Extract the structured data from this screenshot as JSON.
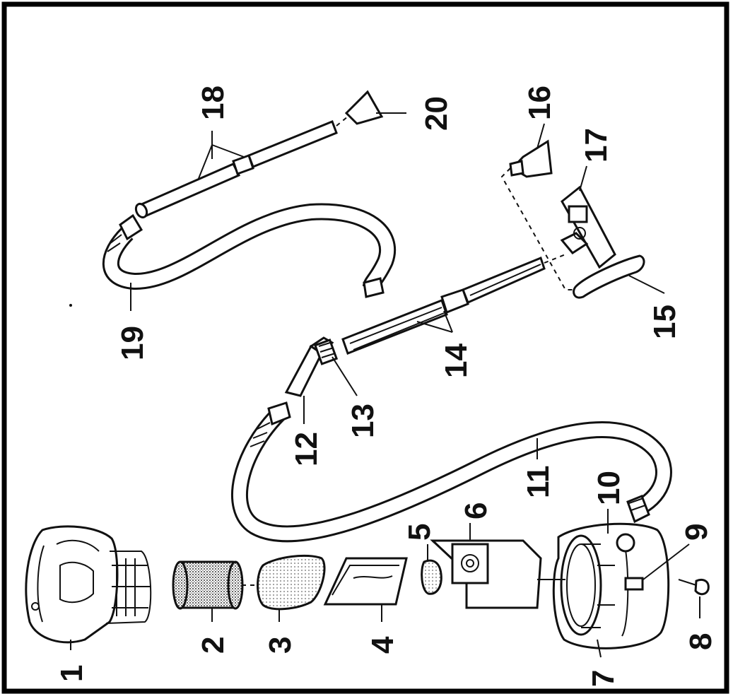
{
  "diagram": {
    "title": "",
    "callouts": [
      {
        "id": "label-1",
        "text": "1"
      },
      {
        "id": "label-2",
        "text": "2"
      },
      {
        "id": "label-3",
        "text": "3"
      },
      {
        "id": "label-4",
        "text": "4"
      },
      {
        "id": "label-5",
        "text": "5"
      },
      {
        "id": "label-6",
        "text": "6"
      },
      {
        "id": "label-7",
        "text": "7"
      },
      {
        "id": "label-8",
        "text": "8"
      },
      {
        "id": "label-9",
        "text": "9"
      },
      {
        "id": "label-10",
        "text": "10"
      },
      {
        "id": "label-11",
        "text": "11"
      },
      {
        "id": "label-12",
        "text": "12"
      },
      {
        "id": "label-13",
        "text": "13"
      },
      {
        "id": "label-14",
        "text": "14"
      },
      {
        "id": "label-15",
        "text": "15"
      },
      {
        "id": "label-16",
        "text": "16"
      },
      {
        "id": "label-17",
        "text": "17"
      },
      {
        "id": "label-18",
        "text": "18"
      },
      {
        "id": "label-19",
        "text": "19"
      },
      {
        "id": "label-20",
        "text": "20"
      }
    ]
  }
}
